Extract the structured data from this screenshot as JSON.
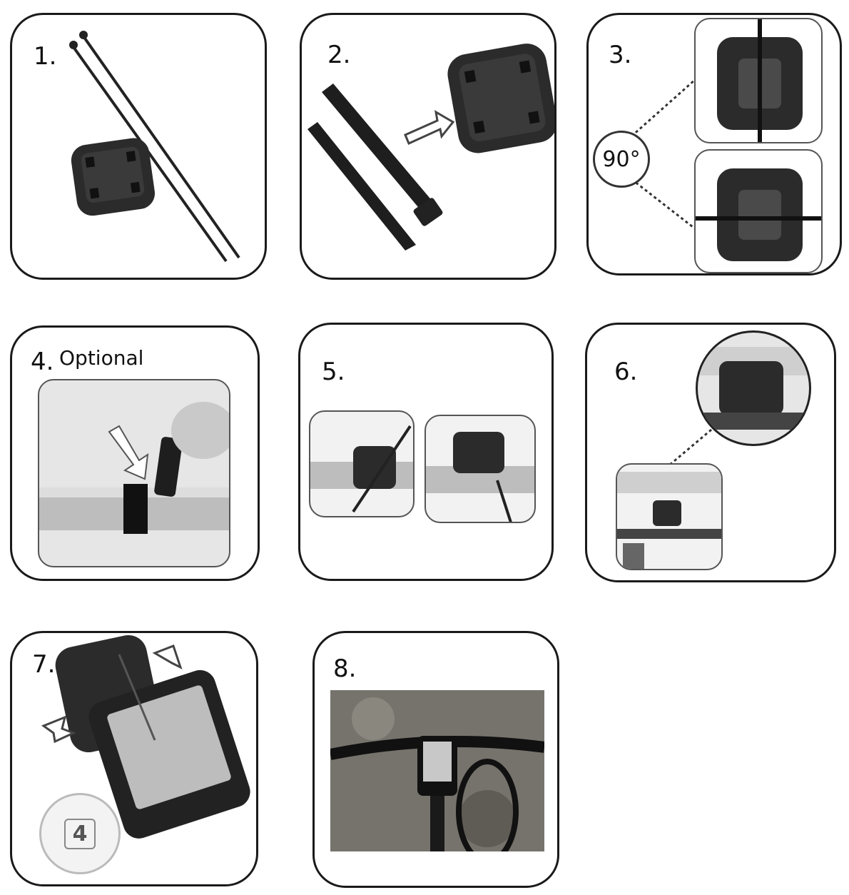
{
  "steps": [
    {
      "number": "1."
    },
    {
      "number": "2."
    },
    {
      "number": "3.",
      "angle": "90°"
    },
    {
      "number": "4.",
      "note": "Optional"
    },
    {
      "number": "5."
    },
    {
      "number": "6."
    },
    {
      "number": "7.",
      "badge": "4"
    },
    {
      "number": "8."
    }
  ],
  "colors": {
    "outline": "#1a1a1a",
    "mount": "#2b2b2b",
    "bar": "#bfbfbf",
    "ground": "#6f6c66"
  }
}
